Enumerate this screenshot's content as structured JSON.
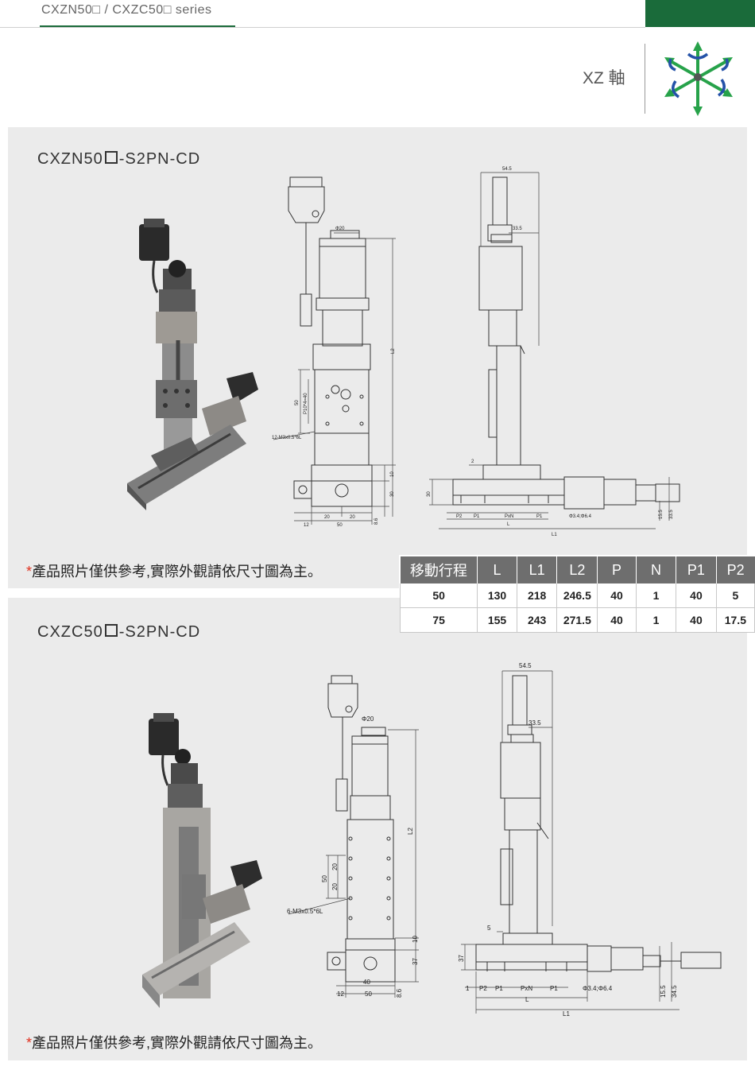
{
  "header": {
    "series_title": "CXZN50□ / CXZC50□ series",
    "axis_label": "XZ 軸"
  },
  "colors": {
    "brand_green": "#1a6b3a",
    "icon_green": "#27a24a",
    "icon_blue": "#2452a8",
    "table_header": "#6e6e6e"
  },
  "product1": {
    "model_prefix": "CXZN50",
    "model_suffix": "-S2PN-CD",
    "note_star": "*",
    "note": "產品照片僅供參考,實際外觀請依尺寸圖為主。",
    "front_dims": {
      "phi": "Φ20",
      "l2": "L2",
      "d50": "50",
      "p": "P10*4=40",
      "m3": "12-M3x0.5*6L",
      "d10": "10",
      "d30": "30",
      "d12": "12",
      "d20a": "20",
      "d20b": "20",
      "d50b": "50",
      "d86": "8.6"
    },
    "side_dims": {
      "d545": "54.5",
      "d335": "33.5",
      "d2": "2",
      "d30": "30",
      "p2": "P2",
      "p1a": "P1",
      "pxn": "PxN",
      "p1b": "P1",
      "hole": "Φ3.4;Φ6.4",
      "l": "L",
      "l1": "L1",
      "d155": "15.5",
      "d335b": "33.5"
    }
  },
  "product2": {
    "model_prefix": "CXZC50",
    "model_suffix": "-S2PN-CD",
    "note_star": "*",
    "note": "產品照片僅供參考,實際外觀請依尺寸圖為主。",
    "front_dims": {
      "phi": "Φ20",
      "l2": "L2",
      "d50": "50",
      "d20a": "20",
      "d20b": "20",
      "m3": "6-M3x0.5*6L",
      "d10": "10",
      "d37": "37",
      "d40": "40",
      "d12": "12",
      "d50b": "50",
      "d86": "8.6"
    },
    "side_dims": {
      "d545": "54.5",
      "d335": "33.5",
      "d5": "5",
      "d37": "37",
      "d1": "1",
      "p2": "P2",
      "p1a": "P1",
      "pxn": "PxN",
      "p1b": "P1",
      "hole": "Φ3.4;Φ6.4",
      "l": "L",
      "l1": "L1",
      "d155": "15.5",
      "d345": "34.5"
    }
  },
  "spec_table": {
    "headers": [
      "移動行程",
      "L",
      "L1",
      "L2",
      "P",
      "N",
      "P1",
      "P2"
    ],
    "rows": [
      [
        "50",
        "130",
        "218",
        "246.5",
        "40",
        "1",
        "40",
        "5"
      ],
      [
        "75",
        "155",
        "243",
        "271.5",
        "40",
        "1",
        "40",
        "17.5"
      ]
    ]
  }
}
